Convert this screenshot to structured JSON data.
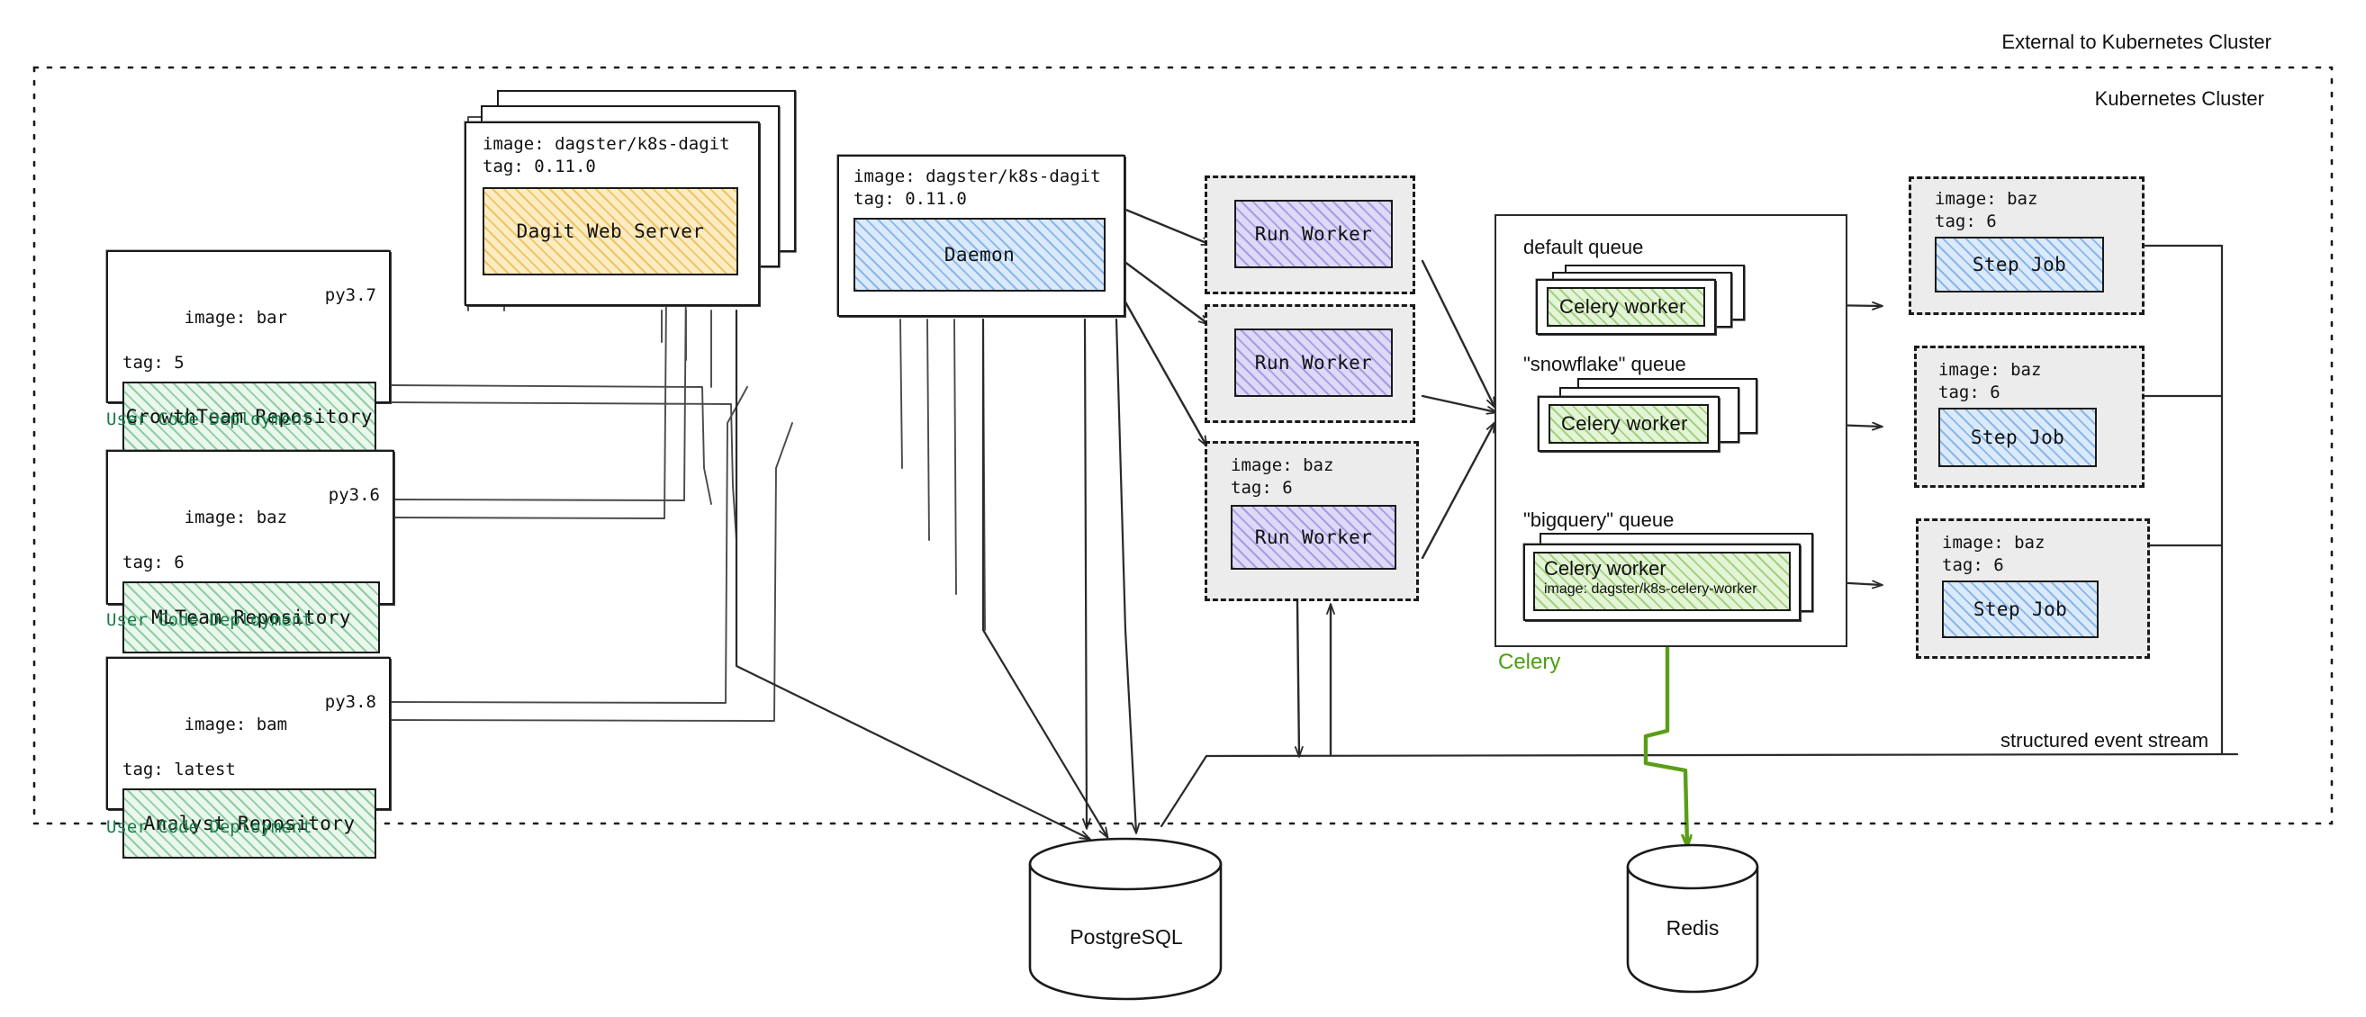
{
  "boundaries": {
    "external_label": "External to Kubernetes Cluster",
    "cluster_label": "Kubernetes Cluster",
    "event_stream_label": "structured event stream"
  },
  "colors": {
    "user_code_caption": "#1a7a4a",
    "celery_caption": "#4aa010",
    "celery_arrow": "#5a9e17",
    "repo_fill": "#e9f7ec",
    "dagit_fill": "#fdecc2",
    "daemon_fill": "#dbeafa",
    "run_worker_fill": "#ddd9f6",
    "step_job_fill": "#dbeafa",
    "celery_worker_fill": "#e4f4d6",
    "pod_bg": "#ececec",
    "stroke": "#1a1a1a"
  },
  "user_code_deployments": [
    {
      "image_label": "image: bar",
      "tag_label": "tag: 5",
      "python_label": "py3.7",
      "title": "GrowthTeam Repository",
      "caption": "User Code Deployment"
    },
    {
      "image_label": "image: baz",
      "tag_label": "tag: 6",
      "python_label": "py3.6",
      "title": "MLTeam Repository",
      "caption": "User Code Deployment"
    },
    {
      "image_label": "image: bam",
      "tag_label": "tag: latest",
      "python_label": "py3.8",
      "title": "Analyst Repository",
      "caption": "User Code Deployment"
    }
  ],
  "dagit": {
    "image_label": "image: dagster/k8s-dagit",
    "tag_label": "tag: 0.11.0",
    "title": "Dagit Web Server"
  },
  "daemon": {
    "image_label": "image: dagster/k8s-dagit",
    "tag_label": "tag: 0.11.0",
    "title": "Daemon"
  },
  "run_workers": [
    {
      "title": "Run Worker",
      "image_label": "",
      "tag_label": ""
    },
    {
      "title": "Run Worker",
      "image_label": "",
      "tag_label": ""
    },
    {
      "title": "Run Worker",
      "image_label": "image: baz",
      "tag_label": "tag: 6"
    }
  ],
  "celery": {
    "caption": "Celery",
    "queues": [
      {
        "label": "default queue",
        "worker": "Celery worker",
        "worker_image": ""
      },
      {
        "label": "\"snowflake\" queue",
        "worker": "Celery worker",
        "worker_image": ""
      },
      {
        "label": "\"bigquery\" queue",
        "worker": "Celery worker",
        "worker_image": "image: dagster/k8s-celery-worker"
      }
    ]
  },
  "step_jobs": [
    {
      "image_label": "image: baz",
      "tag_label": "tag: 6",
      "title": "Step Job"
    },
    {
      "image_label": "image: baz",
      "tag_label": "tag: 6",
      "title": "Step Job"
    },
    {
      "image_label": "image: baz",
      "tag_label": "tag: 6",
      "title": "Step Job"
    }
  ],
  "databases": [
    {
      "name": "PostgreSQL"
    },
    {
      "name": "Redis"
    }
  ]
}
